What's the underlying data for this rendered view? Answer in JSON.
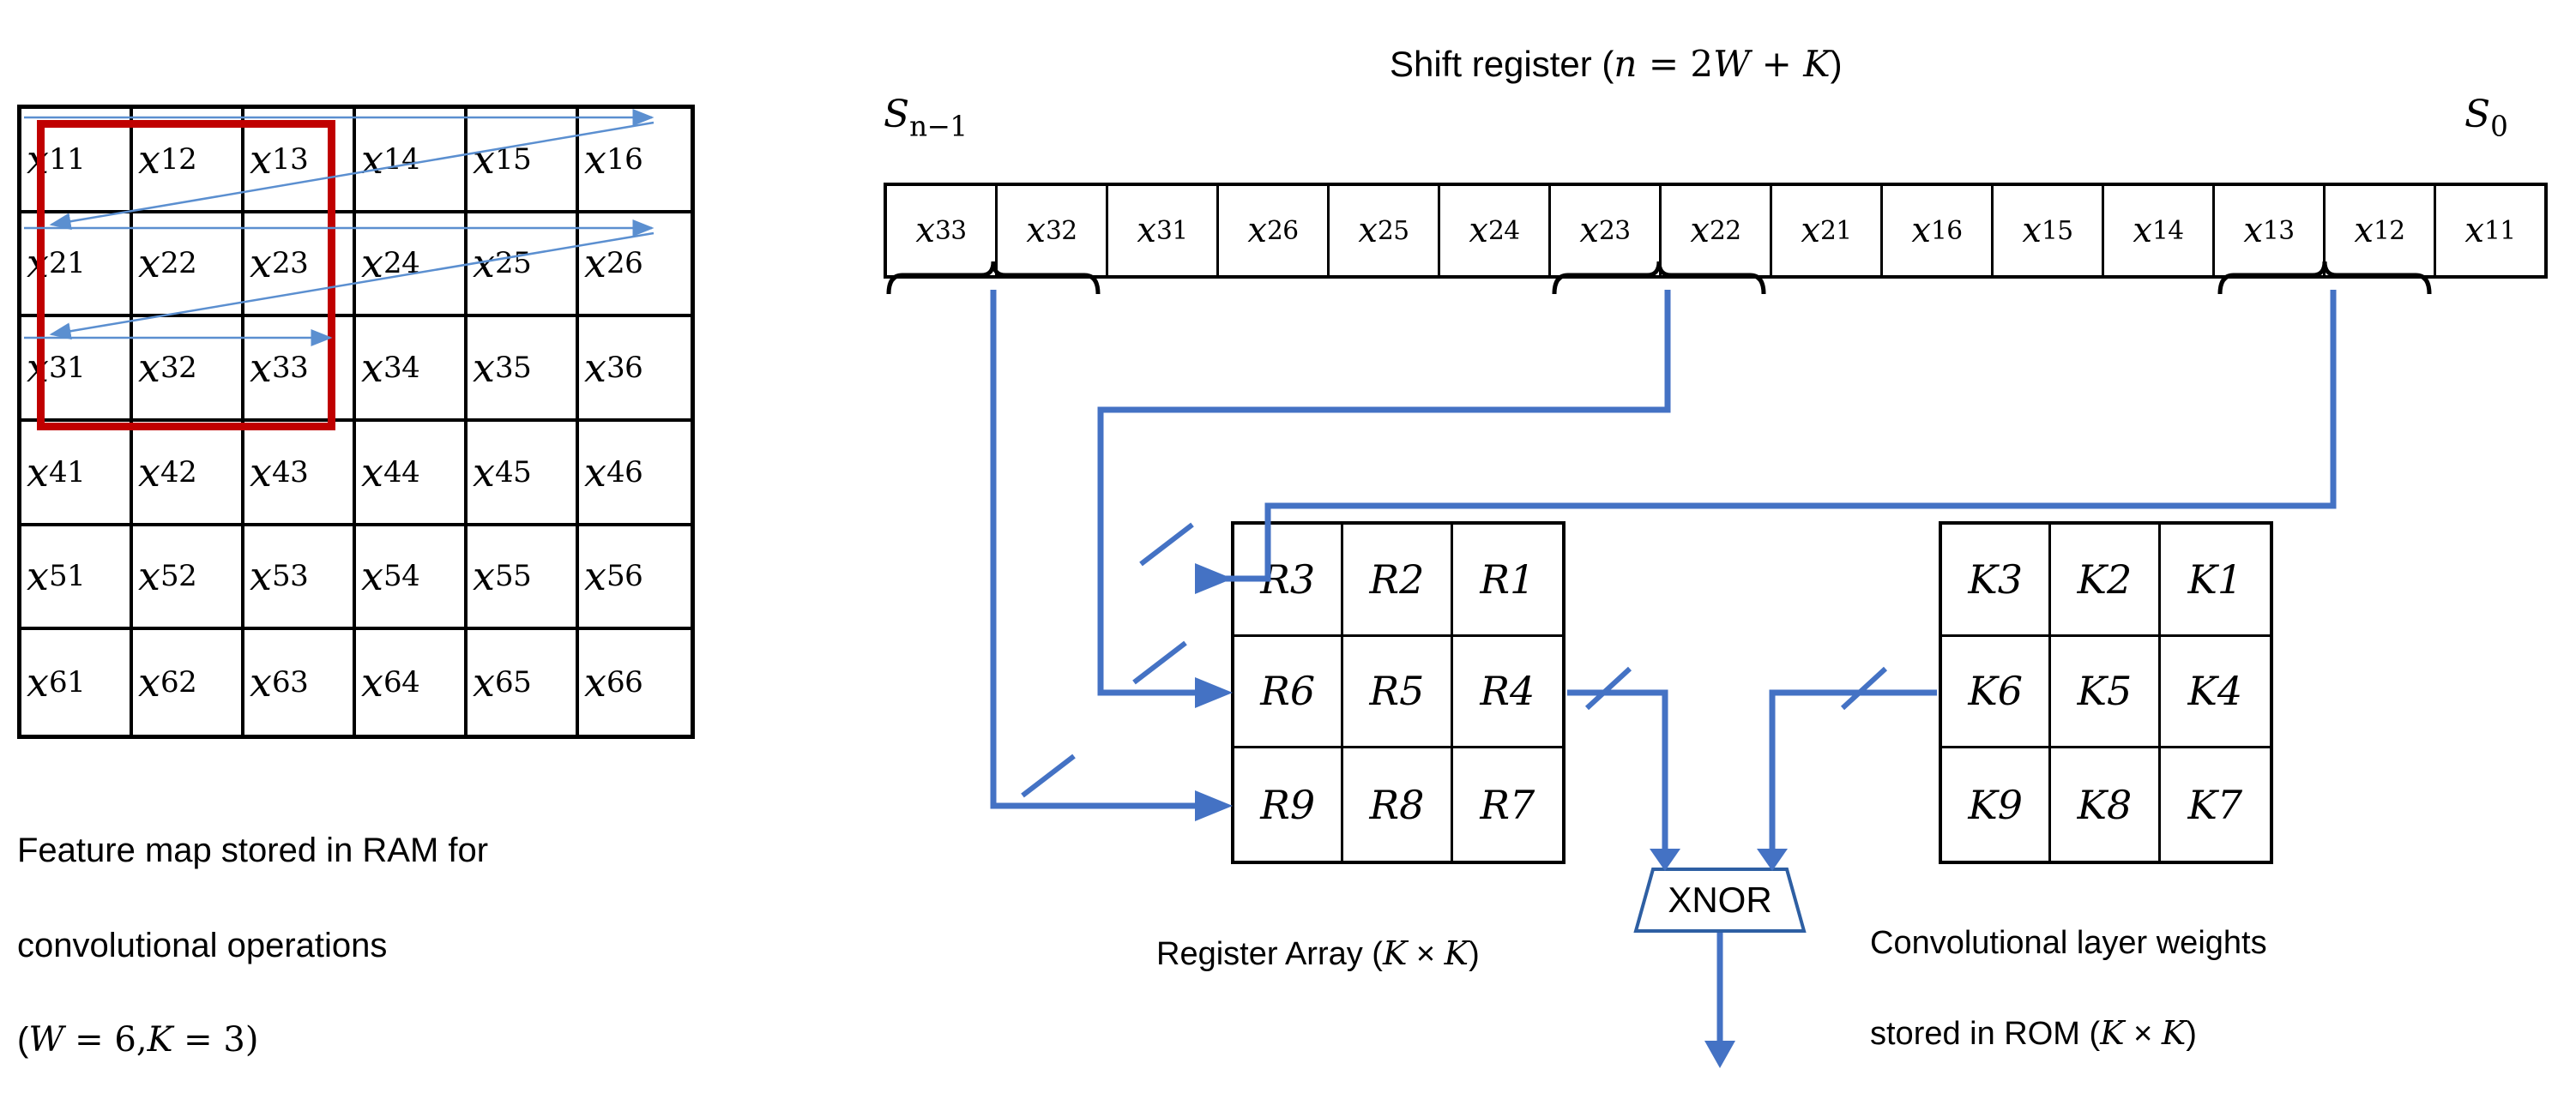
{
  "feature_map": {
    "rows": [
      [
        "x11",
        "x12",
        "x13",
        "x14",
        "x15",
        "x16"
      ],
      [
        "x21",
        "x22",
        "x23",
        "x24",
        "x25",
        "x26"
      ],
      [
        "x31",
        "x32",
        "x33",
        "x34",
        "x35",
        "x36"
      ],
      [
        "x41",
        "x42",
        "x43",
        "x44",
        "x45",
        "x46"
      ],
      [
        "x51",
        "x52",
        "x53",
        "x54",
        "x55",
        "x56"
      ],
      [
        "x61",
        "x62",
        "x63",
        "x64",
        "x65",
        "x66"
      ]
    ],
    "cells": [
      {
        "base": "x",
        "sub": "11"
      },
      {
        "base": "x",
        "sub": "12"
      },
      {
        "base": "x",
        "sub": "13"
      },
      {
        "base": "x",
        "sub": "14"
      },
      {
        "base": "x",
        "sub": "15"
      },
      {
        "base": "x",
        "sub": "16"
      },
      {
        "base": "x",
        "sub": "21"
      },
      {
        "base": "x",
        "sub": "22"
      },
      {
        "base": "x",
        "sub": "23"
      },
      {
        "base": "x",
        "sub": "24"
      },
      {
        "base": "x",
        "sub": "25"
      },
      {
        "base": "x",
        "sub": "26"
      },
      {
        "base": "x",
        "sub": "31"
      },
      {
        "base": "x",
        "sub": "32"
      },
      {
        "base": "x",
        "sub": "33"
      },
      {
        "base": "x",
        "sub": "34"
      },
      {
        "base": "x",
        "sub": "35"
      },
      {
        "base": "x",
        "sub": "36"
      },
      {
        "base": "x",
        "sub": "41"
      },
      {
        "base": "x",
        "sub": "42"
      },
      {
        "base": "x",
        "sub": "43"
      },
      {
        "base": "x",
        "sub": "44"
      },
      {
        "base": "x",
        "sub": "45"
      },
      {
        "base": "x",
        "sub": "46"
      },
      {
        "base": "x",
        "sub": "51"
      },
      {
        "base": "x",
        "sub": "52"
      },
      {
        "base": "x",
        "sub": "53"
      },
      {
        "base": "x",
        "sub": "54"
      },
      {
        "base": "x",
        "sub": "55"
      },
      {
        "base": "x",
        "sub": "56"
      },
      {
        "base": "x",
        "sub": "61"
      },
      {
        "base": "x",
        "sub": "62"
      },
      {
        "base": "x",
        "sub": "63"
      },
      {
        "base": "x",
        "sub": "64"
      },
      {
        "base": "x",
        "sub": "65"
      },
      {
        "base": "x",
        "sub": "66"
      }
    ],
    "kernel_highlight": {
      "color": "#C00000",
      "covers": "x11..x33"
    },
    "caption_line1": "Feature map stored in RAM for",
    "caption_line2": "convolutional operations",
    "caption_line3_prefix": "(",
    "caption_W": "W",
    "caption_W_value": " = 6,",
    "caption_K": "K",
    "caption_K_value": " = 3)"
  },
  "shift_register": {
    "title_prefix": "Shift register (",
    "title_n": "n",
    "title_eq": " = 2",
    "title_W": "W",
    "title_plus": " + ",
    "title_K": "K",
    "title_suffix": ")",
    "label_left_base": "S",
    "label_left_sub": "n−1",
    "label_right_base": "S",
    "label_right_sub": "0",
    "cells": [
      {
        "base": "x",
        "sub": "33"
      },
      {
        "base": "x",
        "sub": "32"
      },
      {
        "base": "x",
        "sub": "31"
      },
      {
        "base": "x",
        "sub": "26"
      },
      {
        "base": "x",
        "sub": "25"
      },
      {
        "base": "x",
        "sub": "24"
      },
      {
        "base": "x",
        "sub": "23"
      },
      {
        "base": "x",
        "sub": "22"
      },
      {
        "base": "x",
        "sub": "21"
      },
      {
        "base": "x",
        "sub": "16"
      },
      {
        "base": "x",
        "sub": "15"
      },
      {
        "base": "x",
        "sub": "14"
      },
      {
        "base": "x",
        "sub": "13"
      },
      {
        "base": "x",
        "sub": "12"
      },
      {
        "base": "x",
        "sub": "11"
      }
    ],
    "tap_groups": [
      {
        "name": "tap-x33-x31",
        "cells": [
          "x33",
          "x32",
          "x31"
        ]
      },
      {
        "name": "tap-x23-x21",
        "cells": [
          "x23",
          "x22",
          "x21"
        ]
      },
      {
        "name": "tap-x13-x11",
        "cells": [
          "x13",
          "x12",
          "x11"
        ]
      }
    ]
  },
  "register_array": {
    "cells": [
      "R3",
      "R2",
      "R1",
      "R6",
      "R5",
      "R4",
      "R9",
      "R8",
      "R7"
    ],
    "caption_prefix": "Register Array (",
    "caption_K1": "K",
    "caption_times": " × ",
    "caption_K2": "K",
    "caption_suffix": ")"
  },
  "rom_array": {
    "cells": [
      "K3",
      "K2",
      "K1",
      "K6",
      "K5",
      "K4",
      "K9",
      "K8",
      "K7"
    ],
    "caption_line1": "Convolutional layer weights",
    "caption_line2_prefix": "stored in ROM (",
    "caption_K1": "K",
    "caption_times": " × ",
    "caption_K2": "K",
    "caption_suffix": ")"
  },
  "xnor": {
    "label": "XNOR"
  },
  "colors": {
    "wire_blue": "#4472C4",
    "arrow_blue_light": "#5B8FD0",
    "kernel_red": "#C00000",
    "grid_black": "#000000",
    "background": "#FFFFFF"
  }
}
